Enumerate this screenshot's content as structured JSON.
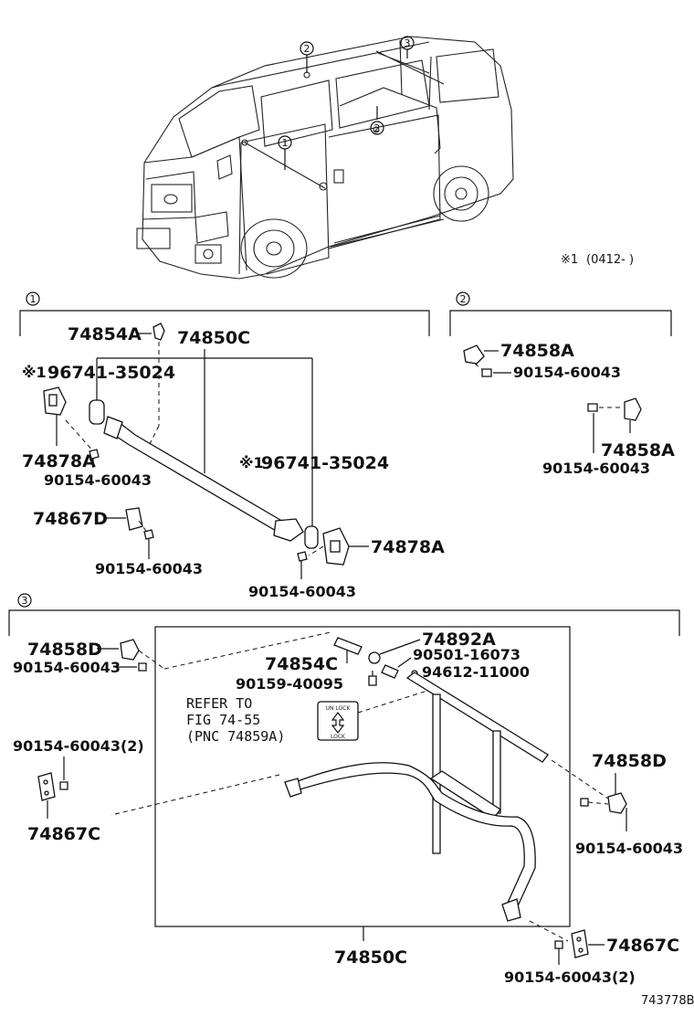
{
  "callouts": {
    "van_1": "1",
    "van_2a": "2",
    "van_2b": "2",
    "van_3": "3",
    "sec1": "1",
    "sec2": "2",
    "sec3": "3"
  },
  "note_range": {
    "mark": "※1",
    "text": "(0412-     )"
  },
  "section1": {
    "labels": {
      "p74854A": "74854A",
      "p74850C": "74850C",
      "note_a_mark": "※1",
      "p96741_a": "96741-35024",
      "p74878A_left": "74878A",
      "p90154_a": "90154-60043",
      "note_b_mark": "※1",
      "p96741_b": "96741-35024",
      "p74867D": "74867D",
      "p90154_b": "90154-60043",
      "p74878A_right": "74878A",
      "p90154_c": "90154-60043"
    }
  },
  "section2": {
    "labels": {
      "p74858A_top": "74858A",
      "p90154_top": "90154-60043",
      "p74858A_bottom": "74858A",
      "p90154_bottom": "90154-60043"
    }
  },
  "section3": {
    "labels": {
      "p74858D_left": "74858D",
      "p90154_left": "90154-60043",
      "p74892A": "74892A",
      "p74854C": "74854C",
      "p90501": "90501-16073",
      "p90159": "90159-40095",
      "p94612": "94612-11000",
      "refer_line1": "REFER TO",
      "refer_line2": "FIG 74-55",
      "refer_line3": "(PNC 74859A)",
      "p90154_qty2_left": "90154-60043(2)",
      "p74867C_left": "74867C",
      "p74858D_right": "74858D",
      "p90154_right": "90154-60043",
      "p74850C": "74850C",
      "p74867C_right": "74867C",
      "p90154_qty2_right": "90154-60043(2)",
      "lock_top": "UN LOCK",
      "lock_bottom": "LOCK"
    }
  },
  "figure_code": "743778B"
}
